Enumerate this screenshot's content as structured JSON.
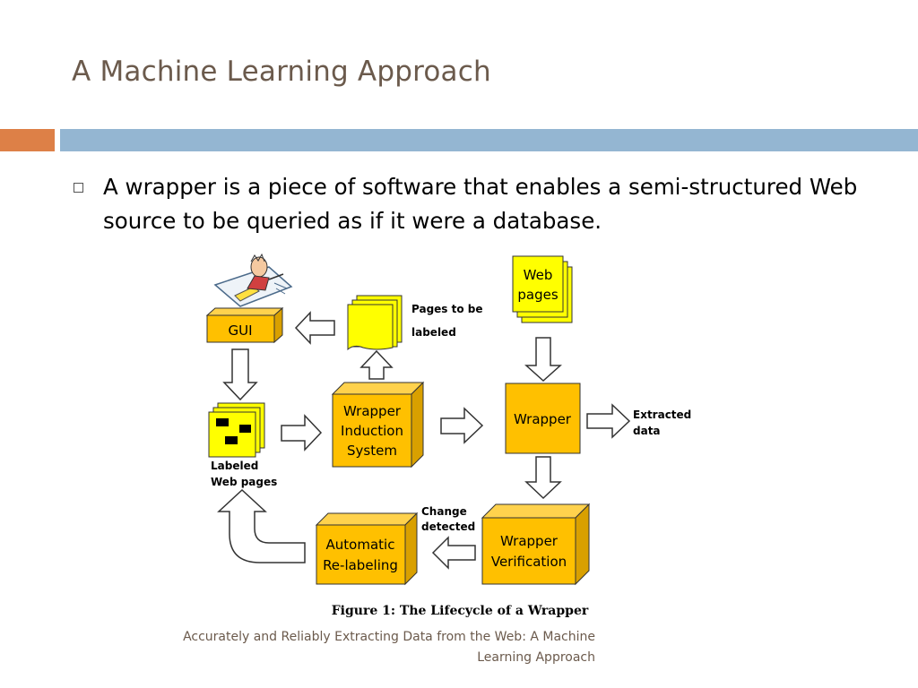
{
  "slide": {
    "title": "A Machine Learning Approach",
    "bullet": "A wrapper is a piece of software that enables a semi-structured Web source to be queried as if it were a database.",
    "source_line1": "Accurately and Reliably Extracting Data from the Web: A Machine",
    "source_line2": "Learning Approach"
  },
  "colors": {
    "title": "#6b5a4c",
    "accent_orange": "#dd8047",
    "accent_blue": "#94b6d2",
    "box_fill": "#ffc000",
    "box_side": "#e0a500",
    "page_fill": "#ffff00"
  },
  "diagram": {
    "gui": "GUI",
    "pages_to_be_labeled_1": "Pages to be",
    "pages_to_be_labeled_2": "labeled",
    "web_pages_1": "Web",
    "web_pages_2": "pages",
    "labeled_web_pages_1": "Labeled",
    "labeled_web_pages_2": "Web pages",
    "wis_1": "Wrapper",
    "wis_2": "Induction",
    "wis_3": "System",
    "wrapper": "Wrapper",
    "extracted_1": "Extracted",
    "extracted_2": "data",
    "change_1": "Change",
    "change_2": "detected",
    "verif_1": "Wrapper",
    "verif_2": "Verification",
    "relabel_1": "Automatic",
    "relabel_2": "Re-labeling",
    "figure_caption": "Figure 1: The Lifecycle of a Wrapper"
  }
}
